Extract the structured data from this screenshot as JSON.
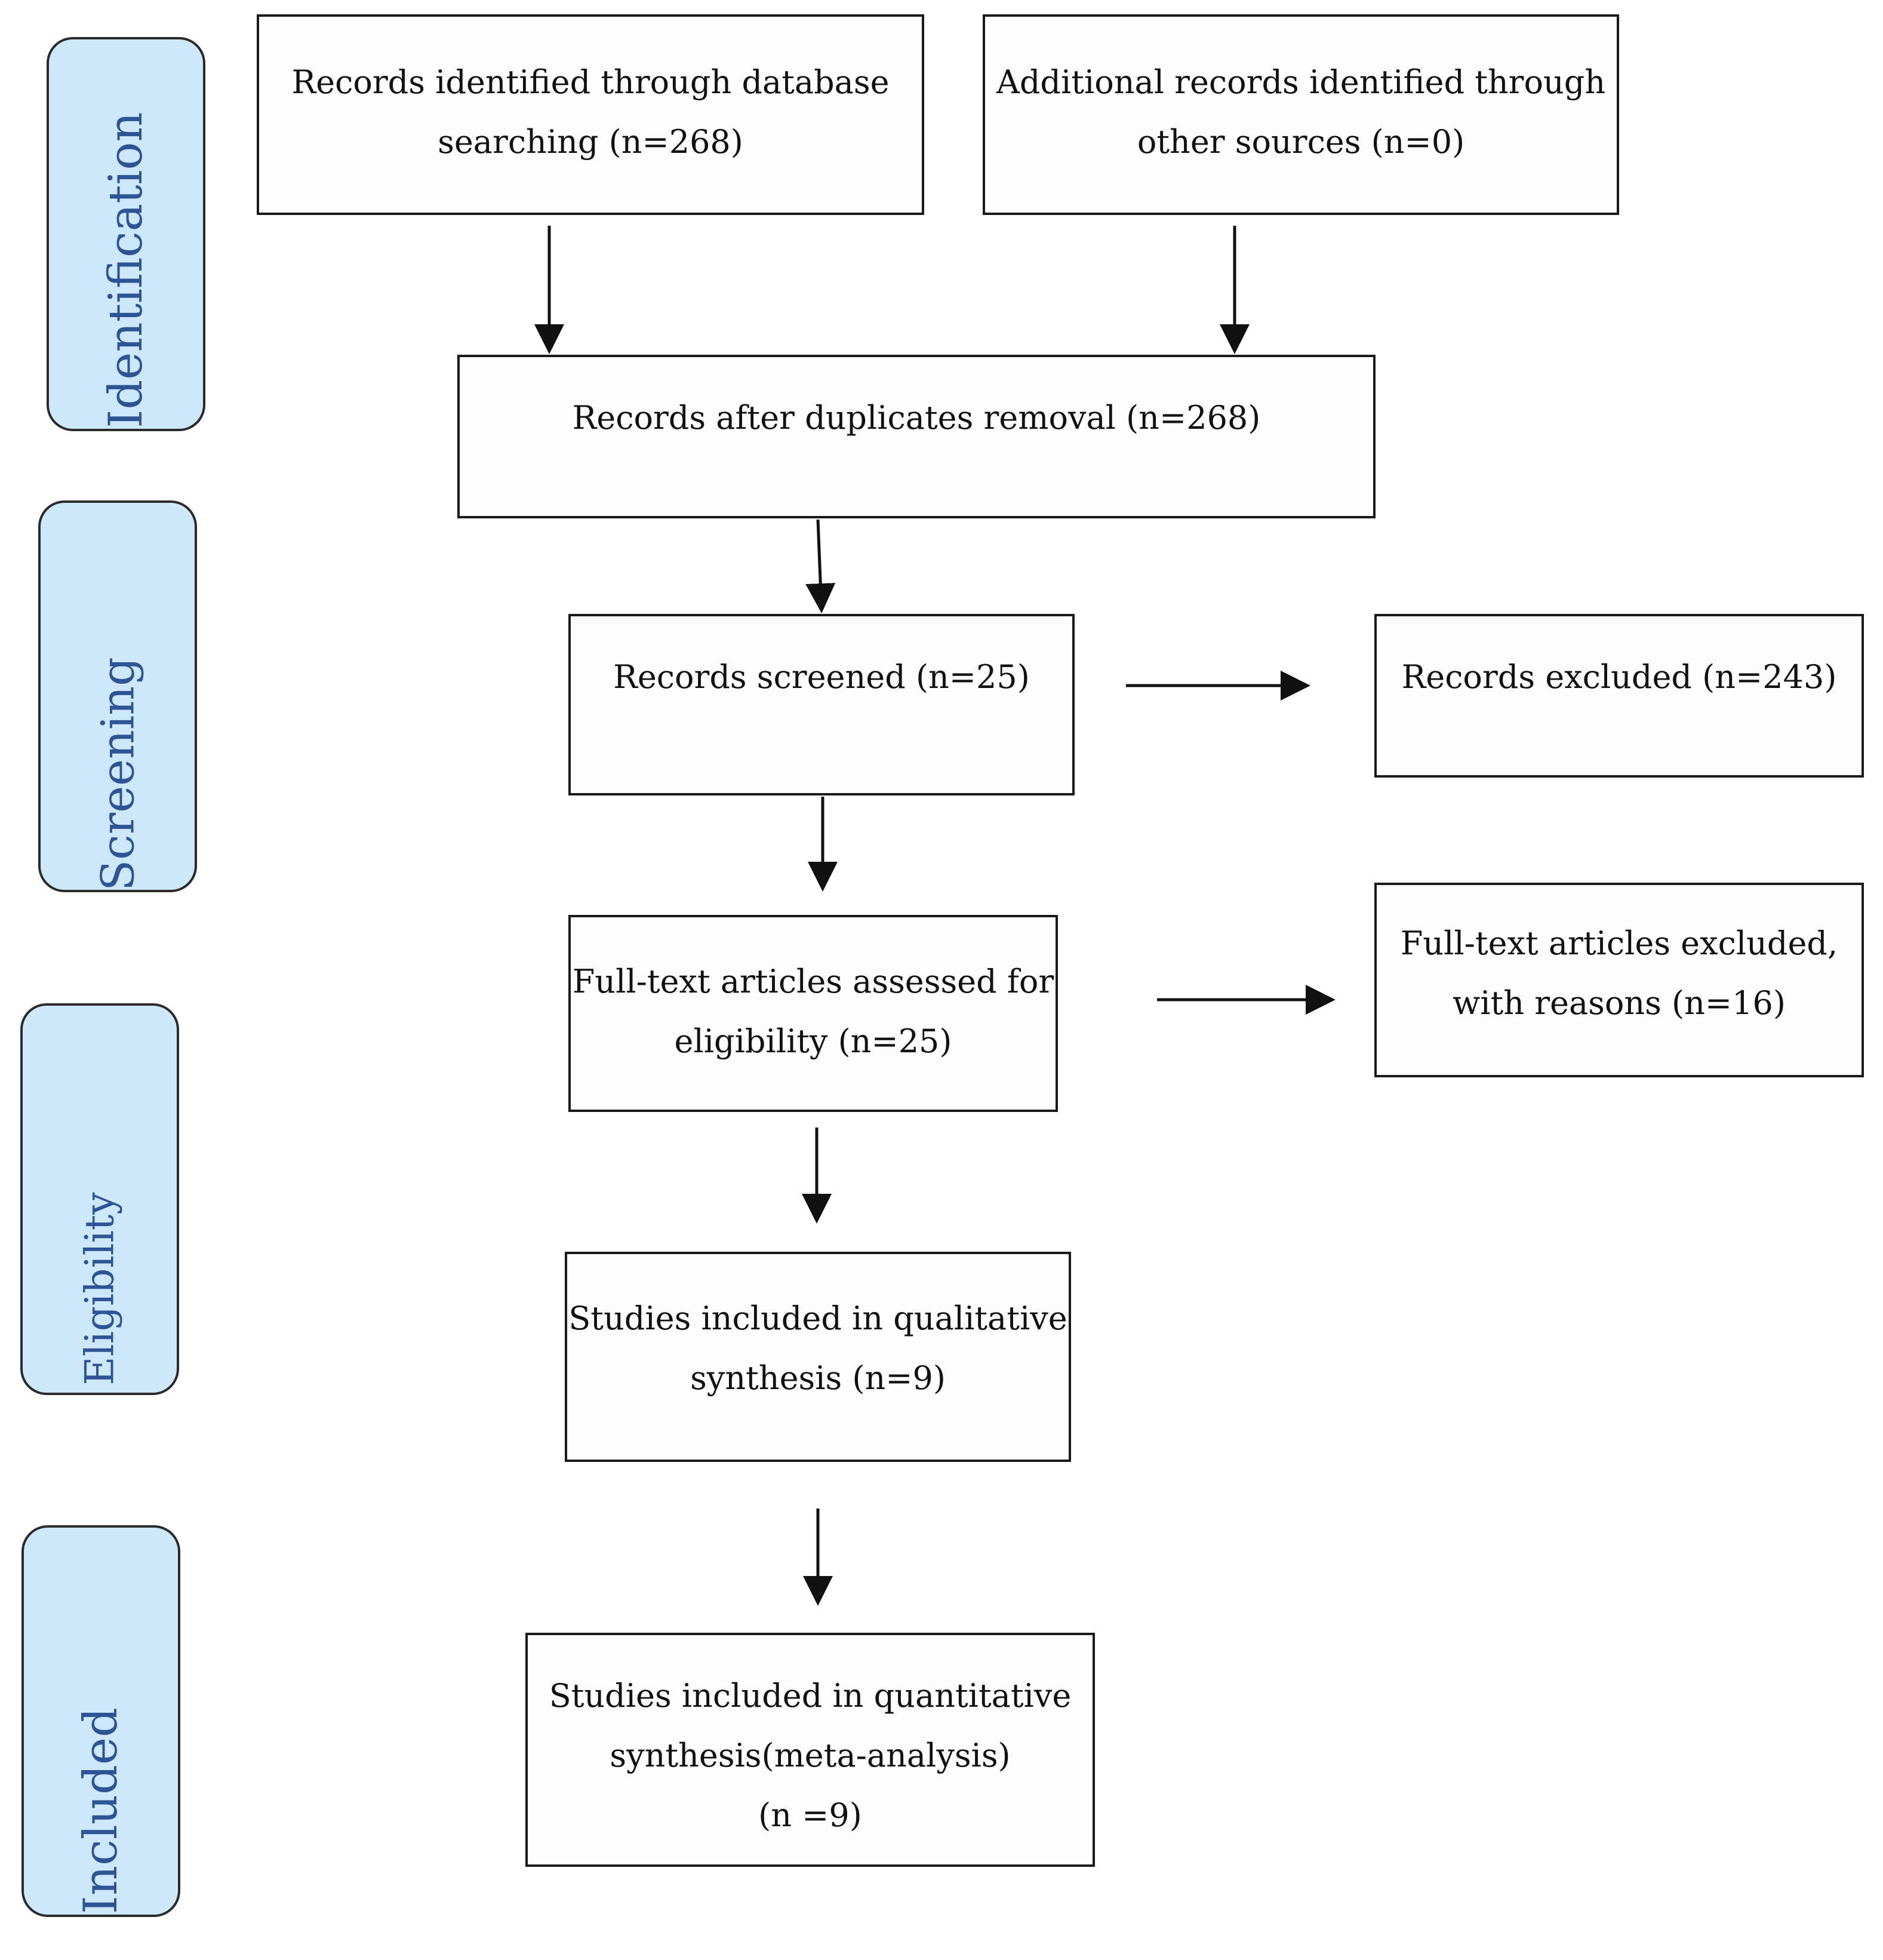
{
  "phases": {
    "identification": "Identification",
    "screening": "Screening",
    "eligibility": "Eligibility",
    "included": "Included"
  },
  "boxes": {
    "database_records": [
      "Records identified through database",
      "searching (n=268)"
    ],
    "other_records": [
      "Additional records identified through",
      "other sources (n=0)"
    ],
    "after_duplicates": [
      "Records after duplicates removal (n=268)"
    ],
    "screened": [
      "Records screened (n=25)"
    ],
    "excluded": [
      "Records excluded (n=243)"
    ],
    "fulltext_assessed": [
      "Full-text articles assessed for",
      "eligibility (n=25)"
    ],
    "fulltext_excluded": [
      "Full-text articles excluded,",
      "with reasons (n=16)"
    ],
    "qualitative": [
      "Studies included in qualitative",
      "synthesis (n=9)"
    ],
    "quantitative": [
      "Studies included in quantitative",
      "synthesis(meta-analysis)",
      "(n =9)"
    ]
  }
}
